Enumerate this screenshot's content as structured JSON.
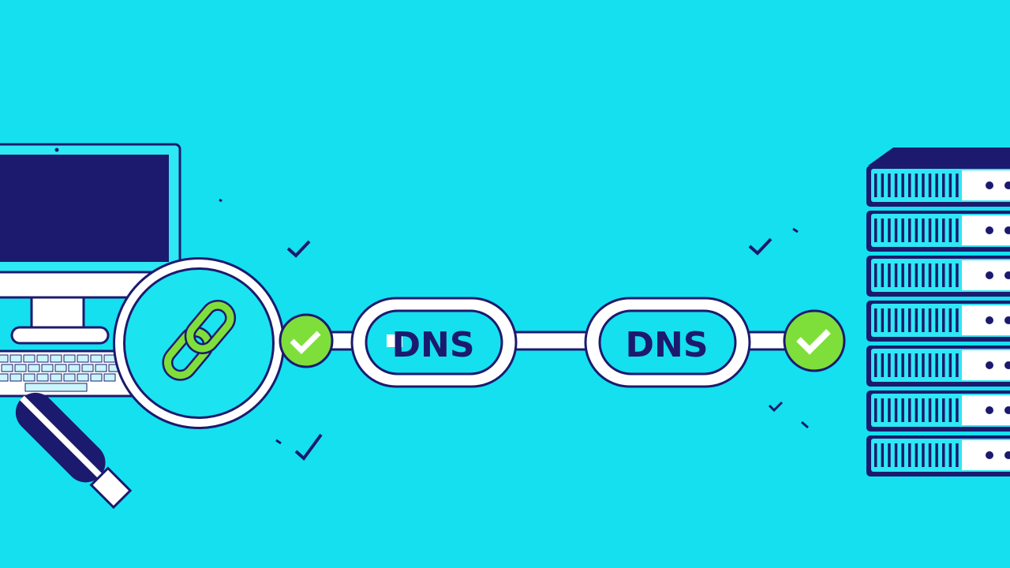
{
  "illustration": {
    "chain_links": [
      {
        "label": "DNS"
      },
      {
        "label": "DNS"
      }
    ],
    "icons": [
      "computer-monitor-icon",
      "keyboard-icon",
      "magnifier-icon",
      "link-icon",
      "check-circle-icon",
      "server-rack-icon",
      "checkmark-icon"
    ],
    "server_units": 7
  },
  "colors": {
    "background": "#14e0ef",
    "navy": "#1c1a6e",
    "green": "#7fdf3a",
    "white": "#ffffff"
  }
}
